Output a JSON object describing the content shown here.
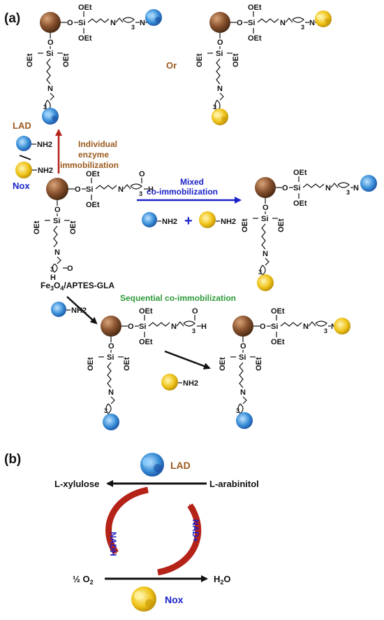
{
  "panel_a": {
    "label": "(a)",
    "or_text": "Or",
    "individual_line1": "Individual",
    "individual_line2": "enzyme",
    "individual_line3": "immobilization",
    "mixed_line1": "Mixed",
    "mixed_line2": "co-immobilization",
    "sequential": "Sequential co-immobilization",
    "lad": "LAD",
    "nox": "Nox",
    "support": "Fe3O4/APTES-GLA",
    "plus": "+",
    "oet": "OEt",
    "si": "Si",
    "o": "O",
    "nh2": "NH2",
    "n": "N",
    "h": "H",
    "three": "3"
  },
  "panel_b": {
    "label": "(b)",
    "lad": "LAD",
    "nox": "Nox",
    "substrate": "L-arabinitol",
    "product": "L-xylulose",
    "nadh": "NADH",
    "nad": "NAD+",
    "o2": "½ O2",
    "water": "H2O"
  },
  "colors": {
    "bead": "#7a4a2a",
    "lad_enzyme": "#3a8fd8",
    "nox_enzyme": "#f0c419",
    "individual_text": "#9b5a1e",
    "mixed_text": "#1a22c8",
    "sequential_text": "#2e9a3a",
    "lad_label": "#9b5a1e",
    "nox_label": "#1a22c8",
    "cycle_arrow": "#b52218"
  }
}
